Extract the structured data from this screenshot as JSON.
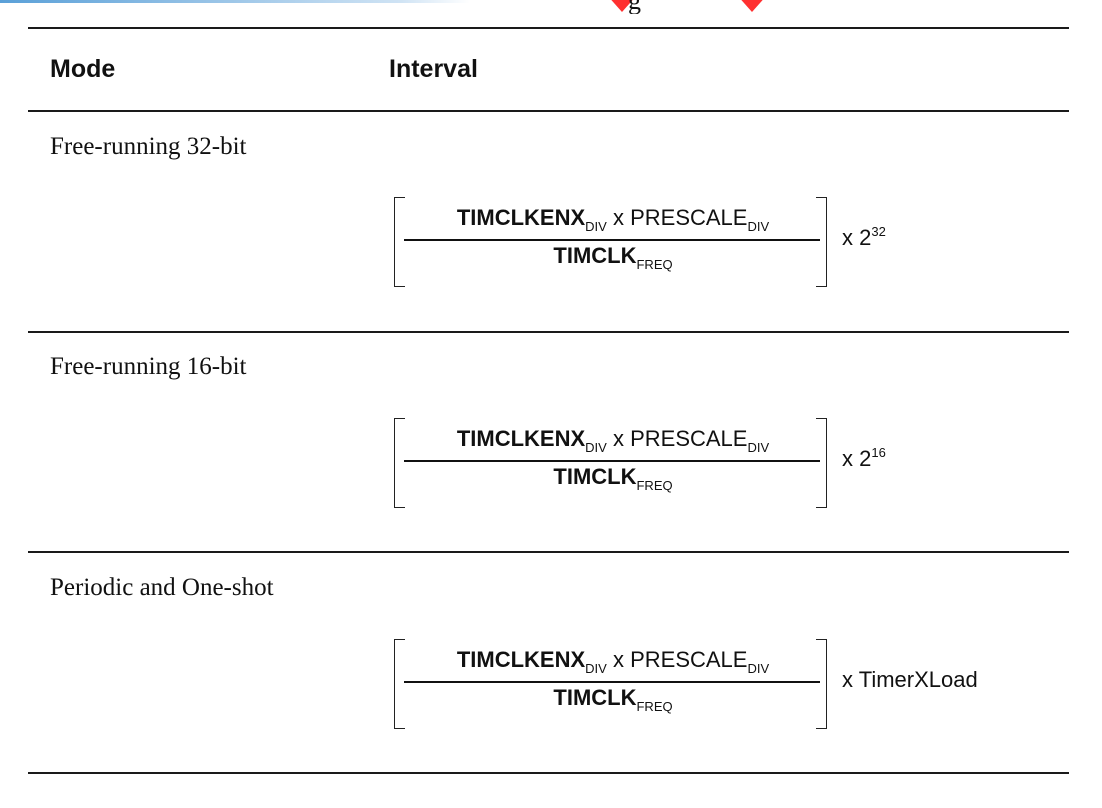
{
  "table": {
    "headers": {
      "mode": "Mode",
      "interval": "Interval"
    },
    "rows": [
      {
        "mode": "Free-running 32-bit",
        "numerator": {
          "term1": "TIMCLKENX",
          "term1_sub": "DIV",
          "op": " x ",
          "term2": "PRESCALE",
          "term2_sub": "DIV"
        },
        "denominator": {
          "term": "TIMCLK",
          "term_sub": "FREQ"
        },
        "multiplier": {
          "prefix": "x ",
          "base": "2",
          "exponent": "32"
        }
      },
      {
        "mode": "Free-running 16-bit",
        "numerator": {
          "term1": "TIMCLKENX",
          "term1_sub": "DIV",
          "op": " x ",
          "term2": "PRESCALE",
          "term2_sub": "DIV"
        },
        "denominator": {
          "term": "TIMCLK",
          "term_sub": "FREQ"
        },
        "multiplier": {
          "prefix": "x ",
          "base": "2",
          "exponent": "16"
        }
      },
      {
        "mode": "Periodic and One-shot",
        "numerator": {
          "term1": "TIMCLKENX",
          "term1_sub": "DIV",
          "op": " x ",
          "term2": "PRESCALE",
          "term2_sub": "DIV"
        },
        "denominator": {
          "term": "TIMCLK",
          "term_sub": "FREQ"
        },
        "multiplier": {
          "prefix": "x ",
          "base": "TimerXLoad",
          "exponent": ""
        }
      }
    ]
  },
  "top_fragment": "g",
  "colors": {
    "rule": "#1a1a1a",
    "accent_blue": "#5aa0d8",
    "accent_red": "#ff1a1a"
  }
}
